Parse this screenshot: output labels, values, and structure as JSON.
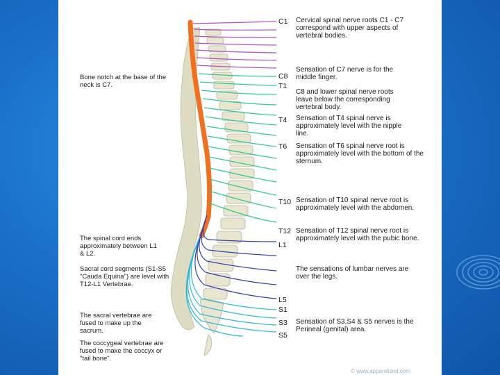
{
  "colors": {
    "background": "#1a6fc8",
    "cord": "#f07020",
    "cervical": "#b050c8",
    "thoracic": "#30c890",
    "lumbar": "#3040b0",
    "sacral": "#30b8d8",
    "bone": "#e8e6cf"
  },
  "levels": [
    "C1",
    "C8",
    "T1",
    "T4",
    "T6",
    "T10",
    "T12",
    "L1",
    "L5",
    "S1",
    "S3",
    "S5"
  ],
  "left_notes": {
    "bone_notch": "Bone notch at the base of the neck is C7.",
    "cord_ends": "The spinal cord ends approximately between L1 & L2.",
    "sacral_segments": "Sacral cord segments (S1-S5 \"Cauda Equina\") are level with T12-L1 Vertebrae.",
    "sacral_fused": "The sacral vertebrae are fused to make up the sacrum.",
    "coccygeal": "The coccygeal vertebrae are fused to make the coccyx or \"tail bone\"."
  },
  "right_notes": {
    "cervical_roots": "Cervical spinal nerve roots C1 - C7 correspond with upper aspects of vertebral bodies.",
    "c7_sensation": "Sensation of C7 nerve is for the middle finger.",
    "c8_lower": "C8 and lower spinal nerve roots leave below the corresponding vertebral body.",
    "t4_sensation": "Sensation of T4 spinal nerve is approximately level with the nipple line.",
    "t6_sensation": "Sensation of T6 spinal nerve root is approximately level with the bottom of the sternum.",
    "t10_sensation": "Sensation of T10 spinal nerve root is approximately level with the abdomen.",
    "t12_sensation": "Sensation of T12 spinal nerve root is approximately level with the pubic bone.",
    "lumbar_sensation": "The sensations of lumbar nerves are over the legs.",
    "s3_s5_sensation": "Sensation of S3,S4 & S5 nerves is the Perineal (genital) area."
  },
  "credit": "© www.apparelized.com"
}
